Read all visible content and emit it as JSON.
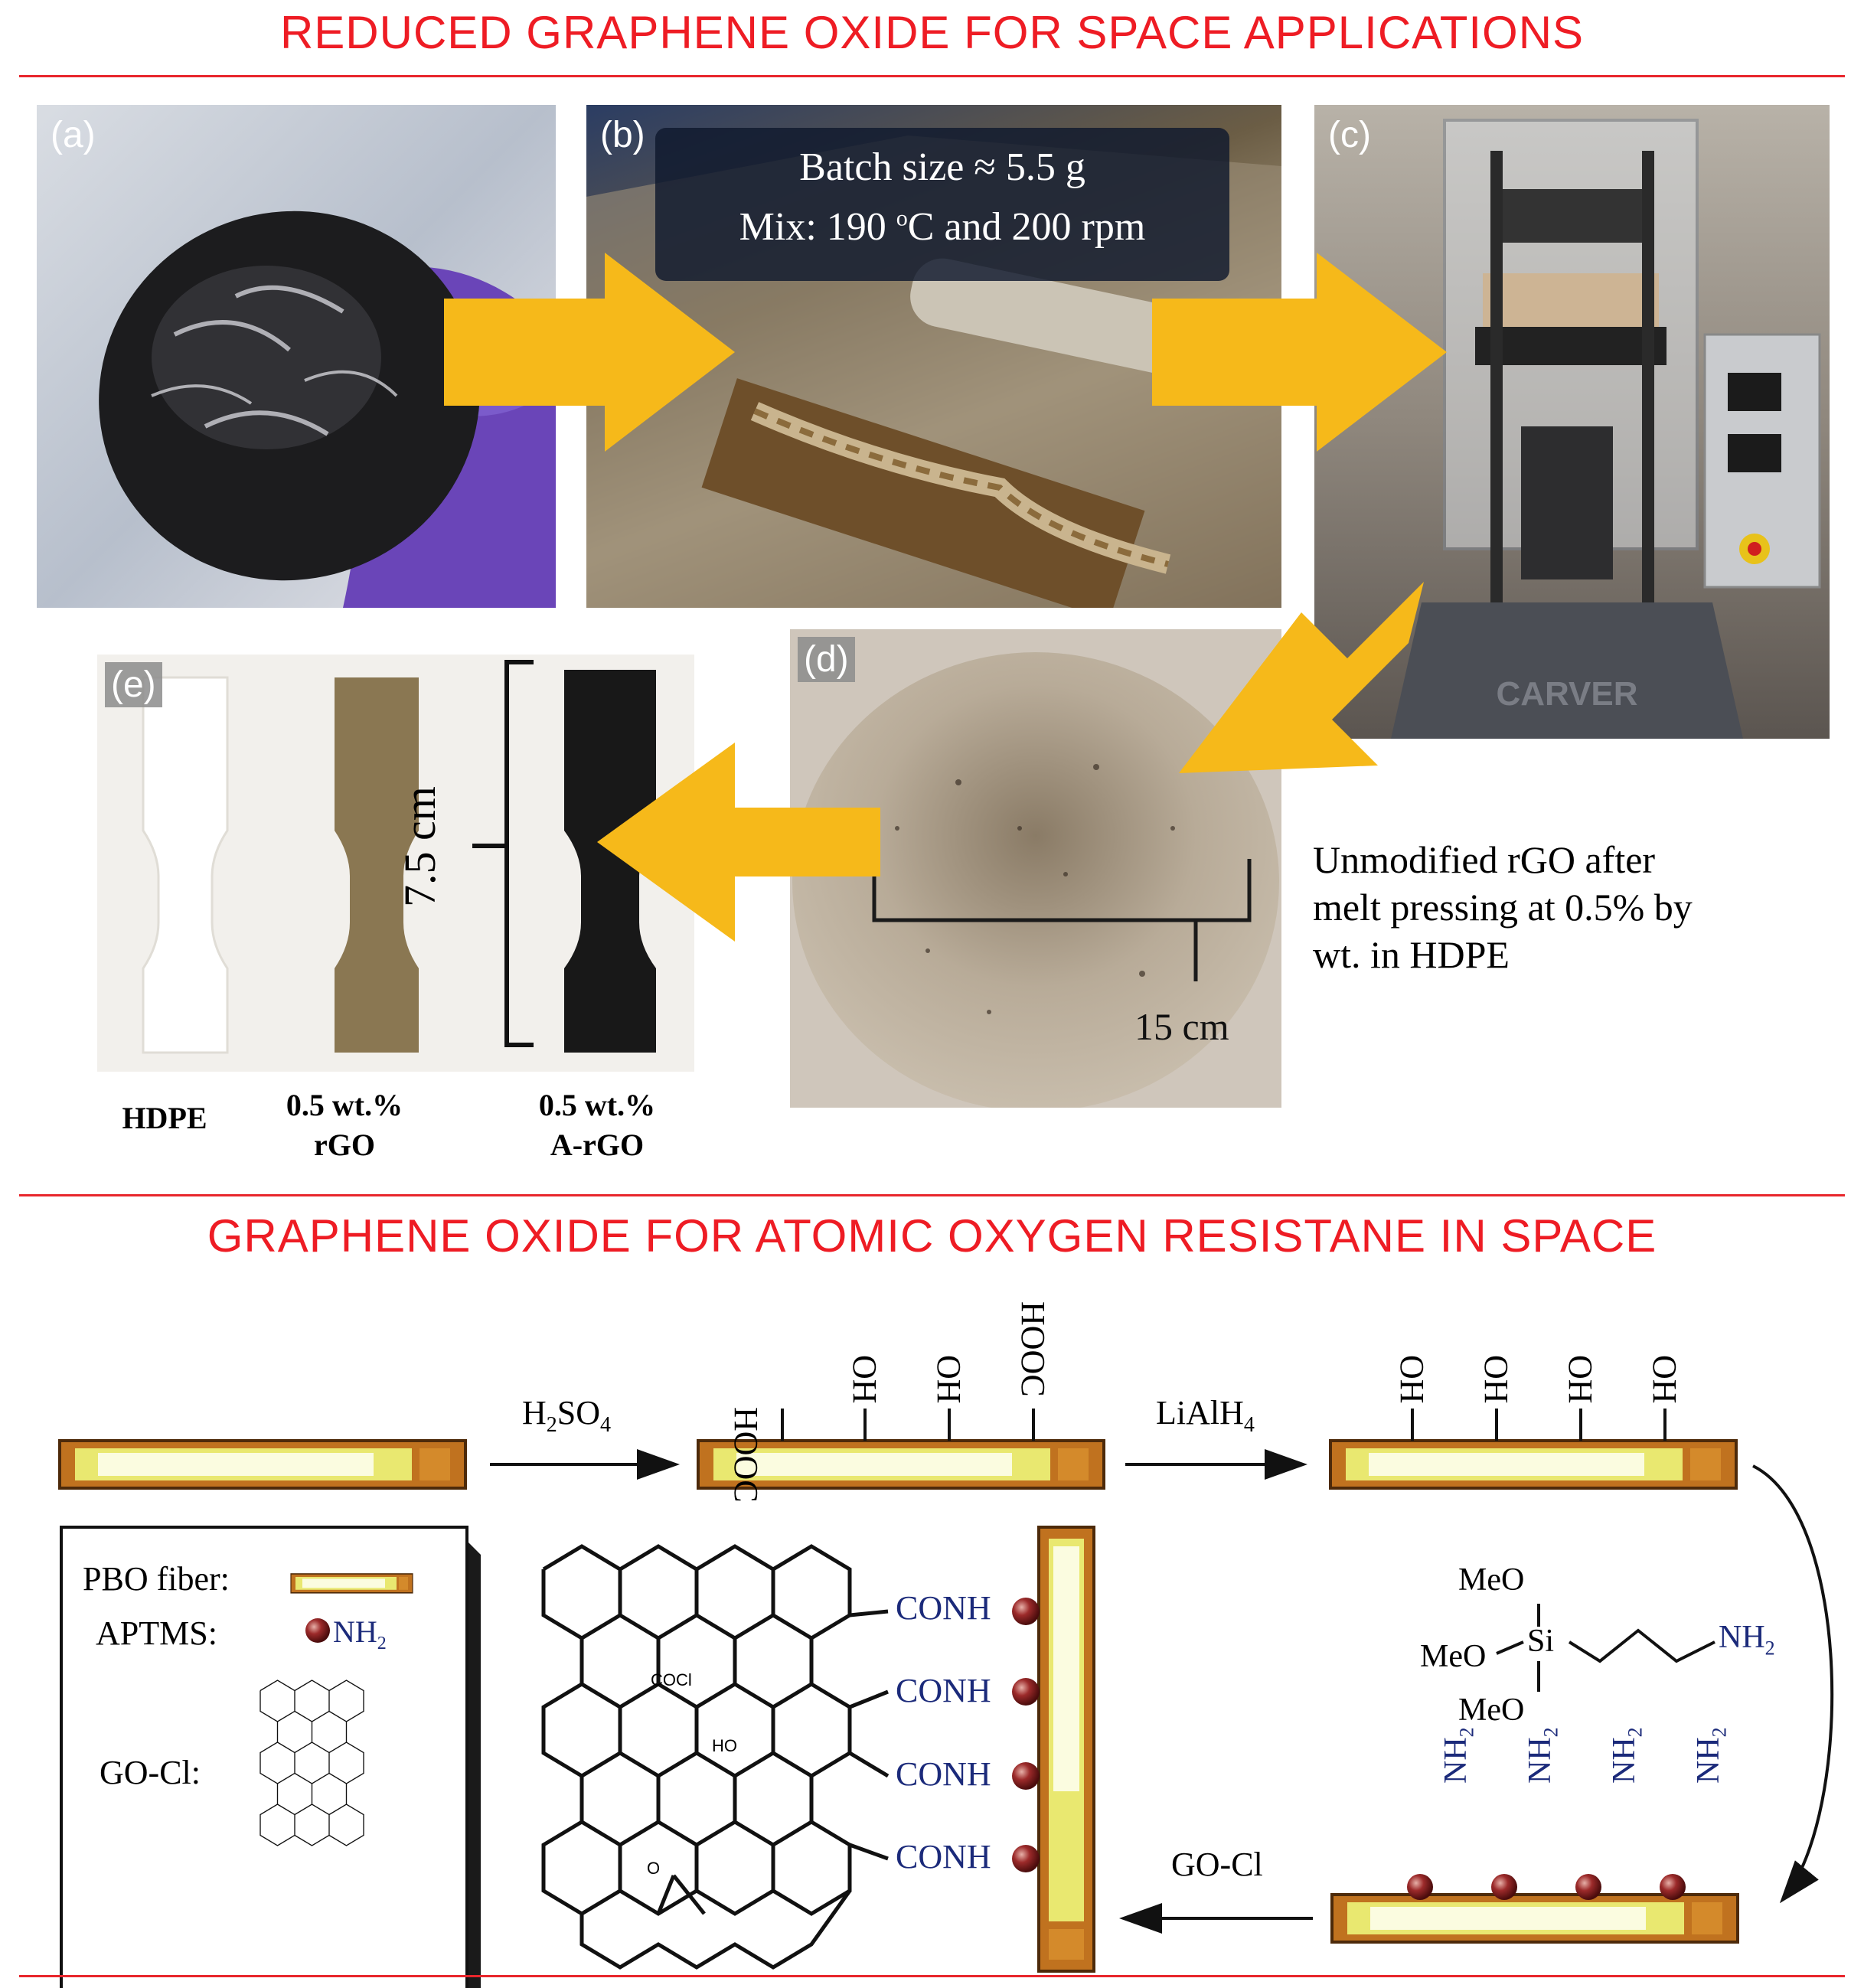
{
  "top_title": "REDUCED GRAPHENE OXIDE FOR SPACE APPLICATIONS",
  "bottom_title": "GRAPHENE OXIDE FOR ATOMIC OXYGEN RESISTANE IN SPACE",
  "panels": {
    "a": {
      "label": "(a)"
    },
    "b": {
      "label": "(b)",
      "batch": "Batch size ≈ 5.5 g",
      "mix_pre": "Mix: 190 ",
      "mix_sup": "o",
      "mix_post": "C and 200 rpm"
    },
    "c": {
      "label": "(c)",
      "brand": "CARVER"
    },
    "d": {
      "label": "(d)",
      "scale": "15 cm"
    },
    "e": {
      "label": "(e)",
      "scale": "7.5 cm"
    }
  },
  "caption_d": [
    "Unmodified rGO after",
    "melt pressing at 0.5% by",
    "wt. in HDPE"
  ],
  "samples": [
    {
      "line1": "HDPE",
      "line2": ""
    },
    {
      "line1": "0.5 wt.%",
      "line2": "rGO"
    },
    {
      "line1": "0.5 wt.%",
      "line2": "A-rGO"
    }
  ],
  "scheme": {
    "step1_reagent": {
      "base": "H",
      "sub1": "2",
      "mid": "SO",
      "sub2": "4"
    },
    "step2_reagent": {
      "base": "LiAlH",
      "sub": "4"
    },
    "step3_reagent": "GO-Cl",
    "cooh": "HOOC",
    "oh": "OH",
    "nh2": {
      "base": "NH",
      "sub": "2"
    },
    "conh": "CONH",
    "coci": "COCl",
    "ho": "HO",
    "o": "O",
    "aptms_struct": {
      "meo": "MeO",
      "si": "Si",
      "amine_base": "NH",
      "amine_sub": "2"
    },
    "legend": {
      "pbo": "PBO fiber:",
      "aptms": "APTMS:",
      "gocl": "GO-Cl:"
    }
  },
  "colors": {
    "title_red": "#ee1c24",
    "arrow_yellow": "#f6b91a",
    "fiber_brown": "#b5661d",
    "navy": "#1b2a7a",
    "bead": "#8b1a1a"
  }
}
